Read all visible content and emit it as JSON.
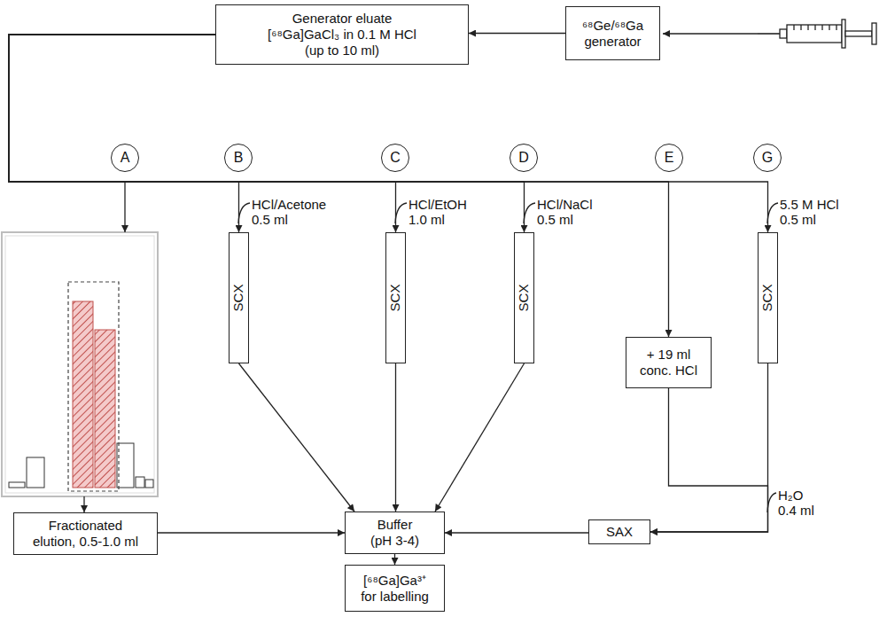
{
  "diagram": {
    "nodes": [
      {
        "text": [
          "Generator eluate [⁶⁸Ga]GaCl₃ in 0.1 M HCl (up to 10 ml)"
        ]
      },
      {
        "text": [
          "⁶⁸Ge/⁶⁸Ga generator"
        ]
      },
      {
        "text": [
          "A"
        ]
      },
      {
        "text": [
          "B"
        ]
      },
      {
        "text": [
          "C"
        ]
      },
      {
        "text": [
          "D"
        ]
      },
      {
        "text": [
          "E"
        ]
      },
      {
        "text": [
          "G"
        ]
      },
      {
        "text": [
          "SCX"
        ]
      },
      {
        "text": [
          "SCX"
        ]
      },
      {
        "text": [
          "SCX"
        ]
      },
      {
        "text": [
          "+ 19 ml conc. HCl"
        ]
      },
      {
        "text": [
          "SCX"
        ]
      },
      {
        "text": [
          "Fractionated elution, 0.5-1.0 ml"
        ]
      },
      {
        "text": [
          "Buffer (pH 3-4)"
        ]
      },
      {
        "text": [
          "SAX"
        ]
      },
      {
        "text": [
          "[⁶⁸Ga]Ga³⁺ for labelling"
        ]
      }
    ],
    "edges": [
      {
        "from": 1,
        "to": 0,
        "arrow": "to"
      },
      {
        "from": 0,
        "to": 13,
        "arrow": "to"
      },
      {
        "from": 0,
        "to": 8,
        "arrow": "to",
        "label": "HCl/Acetone 0.5 ml"
      },
      {
        "from": 0,
        "to": 9,
        "arrow": "to",
        "label": "HCl/EtOH 1.0 ml"
      },
      {
        "from": 0,
        "to": 10,
        "arrow": "to",
        "label": "HCl/NaCl 0.5 ml"
      },
      {
        "from": 0,
        "to": 11,
        "arrow": "to"
      },
      {
        "from": 0,
        "to": 12,
        "arrow": "to",
        "label": "5.5 M HCl 0.5 ml"
      },
      {
        "from": 8,
        "to": 14,
        "arrow": "to"
      },
      {
        "from": 9,
        "to": 14,
        "arrow": "to"
      },
      {
        "from": 10,
        "to": 14,
        "arrow": "to"
      },
      {
        "from": 13,
        "to": 14,
        "arrow": "to"
      },
      {
        "from": 11,
        "to": 15,
        "arrow": "to"
      },
      {
        "from": 12,
        "to": 15,
        "arrow": "to",
        "label": "H₂O 0.4 ml"
      },
      {
        "from": 15,
        "to": 14,
        "arrow": "to"
      },
      {
        "from": 14,
        "to": 16,
        "arrow": "to"
      }
    ]
  }
}
